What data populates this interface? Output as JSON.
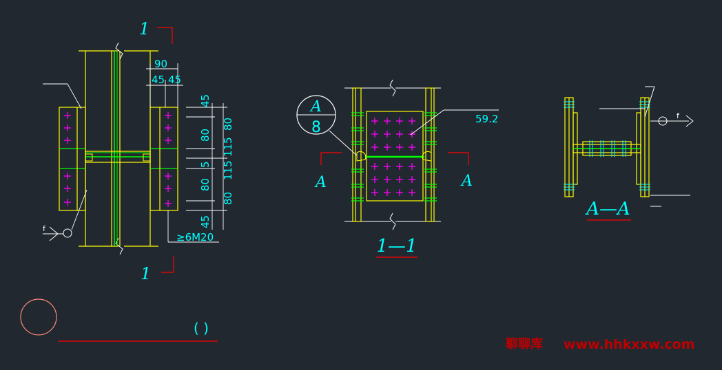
{
  "colors": {
    "background": "#212830",
    "yellow": "#ffff00",
    "green": "#00ff00",
    "cyan": "#00ffff",
    "magenta": "#ff00ff",
    "red": "#ff0000",
    "white": "#ffffff",
    "watermark": "#c00000"
  },
  "elevation": {
    "section_mark_top": "1",
    "section_mark_bottom": "1",
    "dims_top": [
      "90",
      "45",
      "45"
    ],
    "dims_vertical_a": [
      "45",
      "80",
      "5",
      "80",
      "45"
    ],
    "dims_vertical_b": [
      "80",
      "115",
      "115",
      "80"
    ],
    "bolt_note": "≥6M20",
    "weld_symbol": "f"
  },
  "section_1_1": {
    "detail_number": "A",
    "detail_sheet": "8",
    "dimension": "59.2",
    "cut_left": "A",
    "cut_right": "A",
    "title": "1—1"
  },
  "section_a_a": {
    "title": "A—A",
    "weld_symbol": "f"
  },
  "title_block": {
    "bracket": "(    )"
  },
  "watermark": {
    "site_name": "聊聊库",
    "url": "www.hhkxxw.com"
  }
}
